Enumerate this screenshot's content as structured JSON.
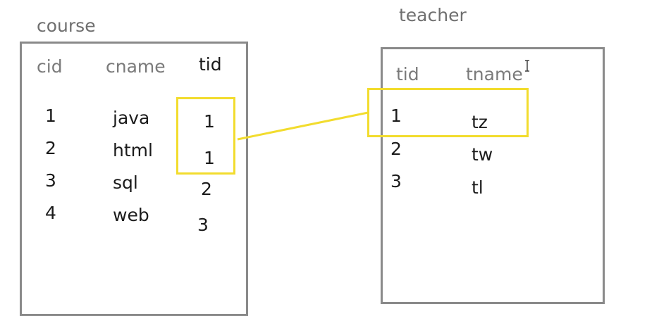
{
  "course": {
    "title": "course",
    "columns": [
      "cid",
      "cname",
      "tid"
    ],
    "rows": [
      {
        "cid": "1",
        "cname": "java",
        "tid": "1"
      },
      {
        "cid": "2",
        "cname": "html",
        "tid": "1"
      },
      {
        "cid": "3",
        "cname": "sql",
        "tid": "2"
      },
      {
        "cid": "4",
        "cname": "web",
        "tid": "3"
      }
    ]
  },
  "teacher": {
    "title": "teacher",
    "columns": [
      "tid",
      "tname"
    ],
    "rows": [
      {
        "tid": "1",
        "tname": "tz"
      },
      {
        "tid": "2",
        "tname": "tw"
      },
      {
        "tid": "3",
        "tname": "tl"
      }
    ]
  },
  "colors": {
    "highlight": "#f2dc2e",
    "table_border": "#8a8a8a"
  },
  "icons": {
    "cursor": "text-cursor-icon"
  }
}
